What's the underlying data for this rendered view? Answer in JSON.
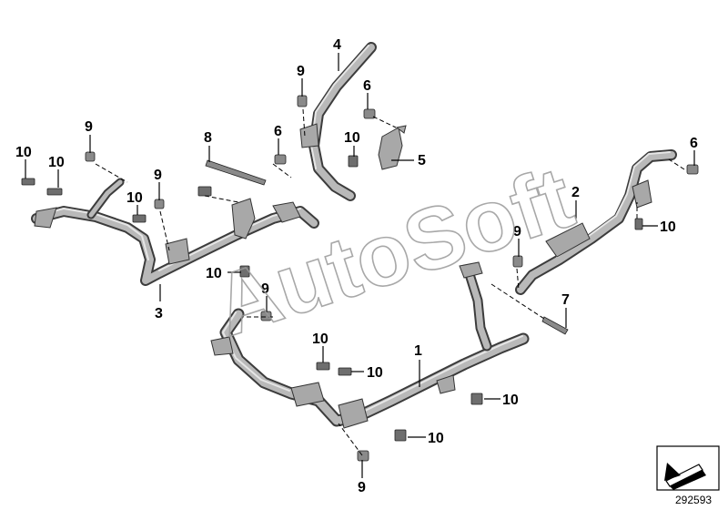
{
  "watermark": "AutoSoft",
  "diagram_number": "292593",
  "callouts": {
    "c1": "1",
    "c2": "2",
    "c3": "3",
    "c4": "4",
    "c5": "5",
    "c6a": "6",
    "c6b": "6",
    "c6c": "6",
    "c7": "7",
    "c8": "8",
    "c9a": "9",
    "c9b": "9",
    "c9c": "9",
    "c9d": "9",
    "c9e": "9",
    "c9f": "9",
    "c10a": "10",
    "c10b": "10",
    "c10c": "10",
    "c10d": "10",
    "c10e": "10",
    "c10f": "10",
    "c10g": "10",
    "c10h": "10",
    "c10i": "10",
    "c10j": "10"
  },
  "icons": {
    "orientation": "arrow-nav-icon"
  }
}
